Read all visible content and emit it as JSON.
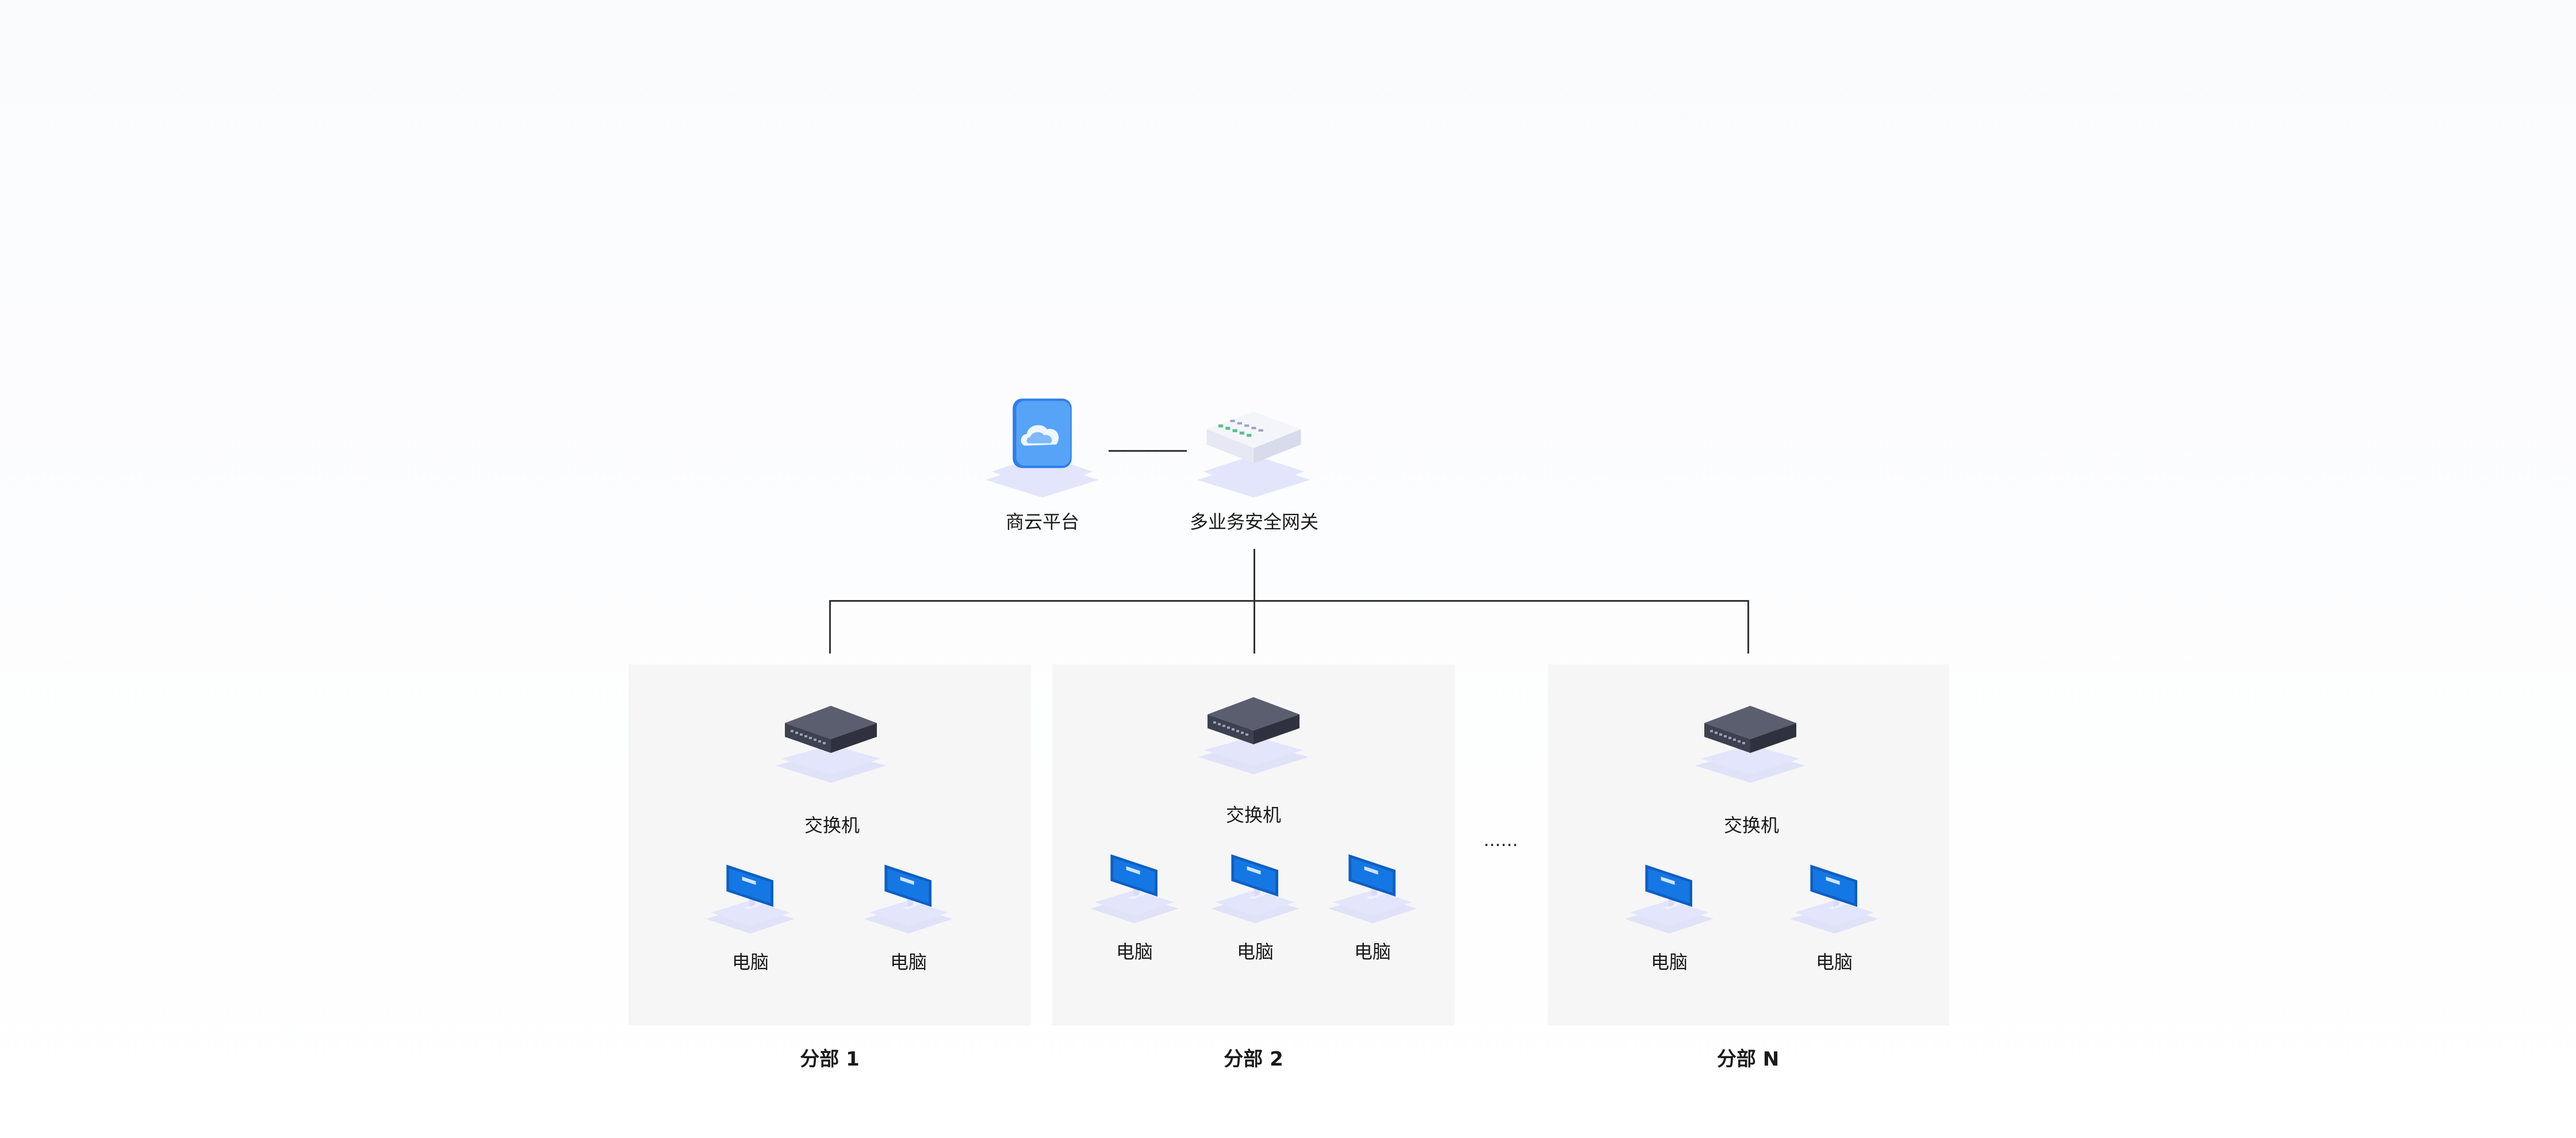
{
  "top_nodes": {
    "cloud_platform": {
      "label": "商云平台",
      "icon": "cloud-icon"
    },
    "security_gateway": {
      "label": "多业务安全网关",
      "icon": "gateway-icon"
    }
  },
  "branches": [
    {
      "title": "分部 1",
      "switch_label": "交换机",
      "computers": [
        "电脑",
        "电脑"
      ]
    },
    {
      "title": "分部 2",
      "switch_label": "交换机",
      "computers": [
        "电脑",
        "电脑",
        "电脑"
      ]
    },
    {
      "title": "分部 N",
      "switch_label": "交换机",
      "computers": [
        "电脑",
        "电脑"
      ]
    }
  ],
  "ellipsis": "……",
  "colors": {
    "branch_bg": "#f6f6f7",
    "line": "#333333",
    "cloud_blue": "#3d8ef5",
    "screen_blue": "#1577e3",
    "switch_dark": "#4a4d5c",
    "pedestal": "#e1e4fb"
  }
}
